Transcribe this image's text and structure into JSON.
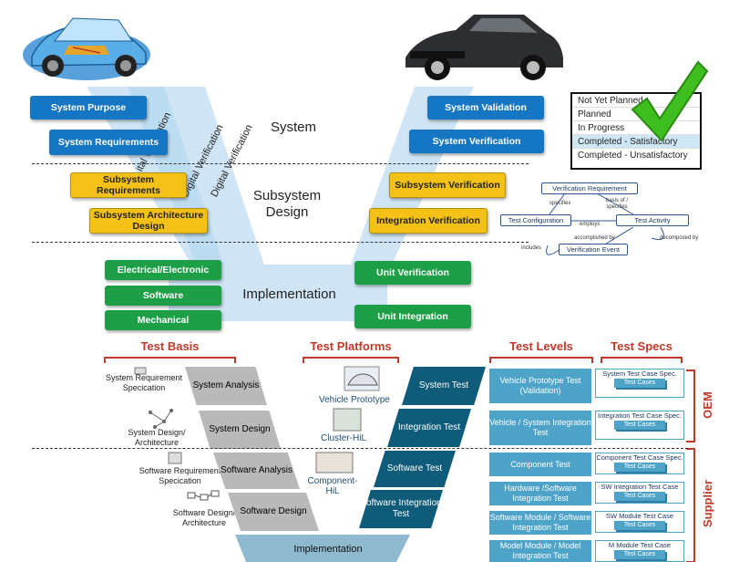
{
  "top": {
    "left_buttons": [
      "System Purpose",
      "System Requirements"
    ],
    "right_buttons": [
      "System Validation",
      "System Verification"
    ],
    "level_system": "System",
    "level_subsystem": "Subsystem Design",
    "level_implementation": "Implementation",
    "subsystem_left": [
      "Subsystem Requirements",
      "Subsystem Architecture Design"
    ],
    "subsystem_right": [
      "Subsystem Verification",
      "Integration Verification"
    ],
    "implementation_left": [
      "Electrical/Electronic",
      "Software",
      "Mechanical"
    ],
    "implementation_right": [
      "Unit Verification",
      "Unit Integration"
    ],
    "digital_verification": [
      "ation",
      "ital Verification",
      "Digital Verification",
      "Digital Verification"
    ]
  },
  "status_legend": {
    "items": [
      "Not Yet Planned",
      "Planned",
      "In Progress",
      "Completed - Satisfactory",
      "Completed - Unsatisfactory"
    ],
    "highlight_index": 3,
    "check_icon": "green-checkmark-icon"
  },
  "verification_diagram": {
    "nodes": {
      "requirement": "Verification Requirement",
      "configuration": "Test Configuration",
      "activity": "Test Activity",
      "event": "Verification Event"
    },
    "edges": {
      "specifies": "specifies",
      "basis_of": "basis of / specifies",
      "employs": "employs",
      "accomplished_by": "accomplished by",
      "includes": "includes",
      "decomposed_by": "decomposed by"
    }
  },
  "bottom": {
    "headers": [
      "Test Basis",
      "Test Platforms",
      "Test Levels",
      "Test Specs"
    ],
    "basis": [
      "System Requirement Specication",
      "System Design/ Architecture",
      "Software Requirement Specication",
      "Software Design/ Architecture"
    ],
    "left_phases": [
      "System Analysis",
      "System Design",
      "Software Analysis",
      "Software Design"
    ],
    "right_phases": [
      "System Test",
      "Integration Test",
      "Software Test",
      "Software Integration Test"
    ],
    "implementation": "Implementation",
    "platforms": [
      "Vehicle Prototype",
      "Cluster-HiL",
      "Component-HiL"
    ],
    "levels": [
      "Vehicle Prototype Test (Validation)",
      "Vehicle / System Integration Test",
      "Component Test",
      "Hardware /Software Integration Test",
      "Software Module / Software Integration Test",
      "Model Module / Model Integration Test"
    ],
    "specs": [
      "System Test Case Spec.",
      "Integration Test Case Spec.",
      "Component Test Case Spec.",
      "SW Integration Test Case",
      "SW Module Test Case",
      "M Module Test Case"
    ],
    "spec_inner": "Test Cases",
    "oem": "OEM",
    "supplier": "Supplier"
  }
}
